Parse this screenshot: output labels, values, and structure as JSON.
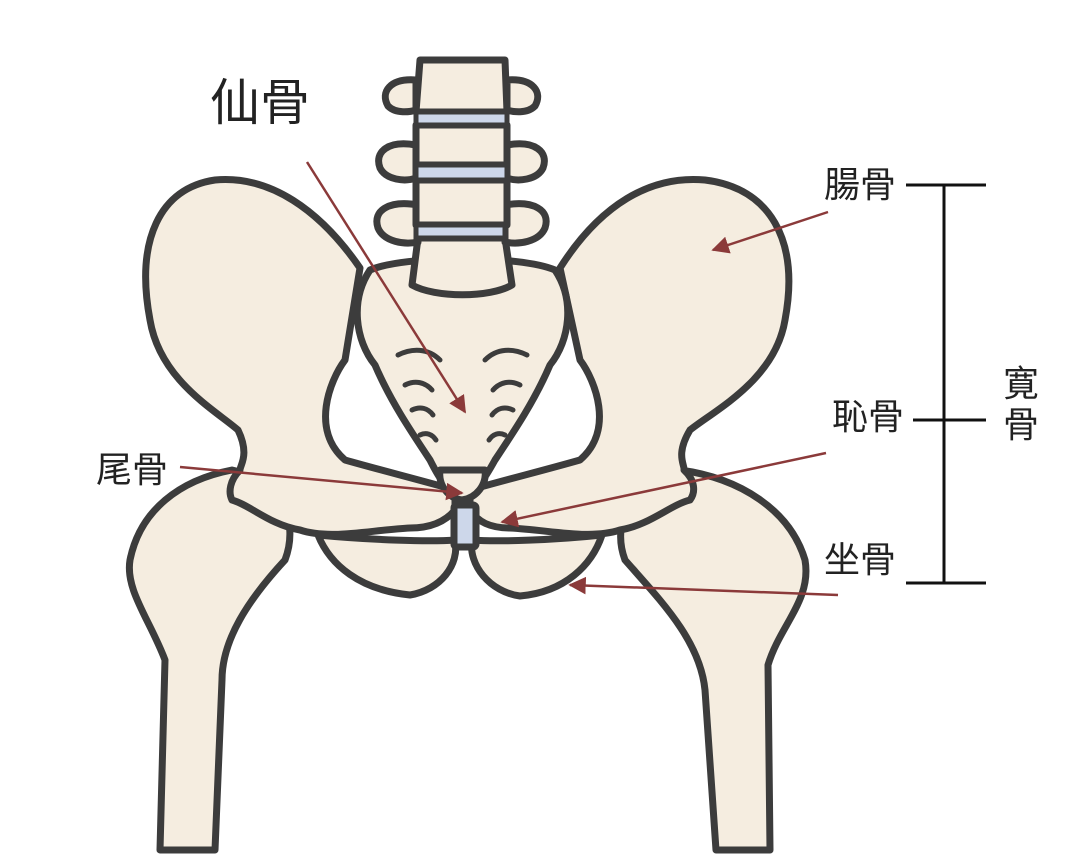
{
  "labels": {
    "sacrum": "仙骨",
    "ilium": "腸骨",
    "pubis": "恥骨",
    "coccyx": "尾骨",
    "ischium": "坐骨",
    "hip_bone": "寛骨"
  },
  "colors": {
    "bone_fill": "#f5ede0",
    "bone_outline": "#3c3c3c",
    "disc": "#cdd7ea",
    "arrow": "#8b3a3a",
    "bracket": "#111111",
    "text": "#222222"
  }
}
